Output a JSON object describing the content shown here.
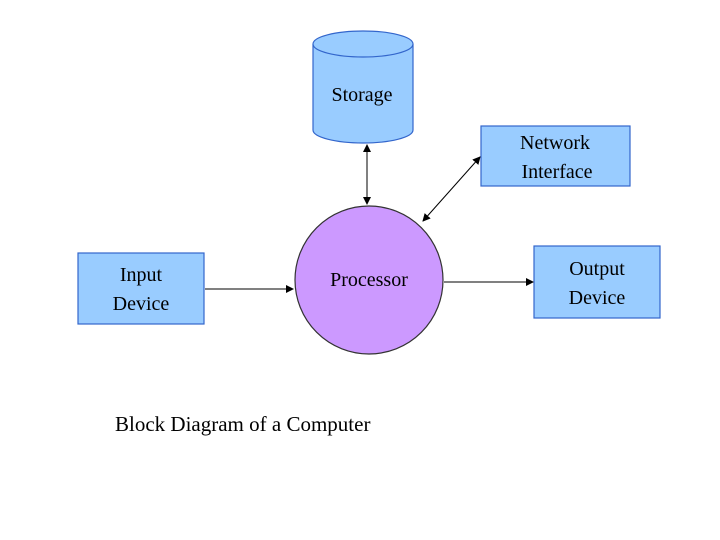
{
  "colors": {
    "box_fill": "#99ccff",
    "box_stroke": "#3366cc",
    "processor_fill": "#cc99ff",
    "processor_stroke": "#333333",
    "arrow": "#000000",
    "text": "#000000"
  },
  "nodes": {
    "storage": {
      "label": "Storage",
      "shape": "cylinder"
    },
    "network": {
      "label_lines": [
        "Network",
        "Interface"
      ],
      "shape": "rectangle"
    },
    "input": {
      "label_lines": [
        "Input",
        "Device"
      ],
      "shape": "rectangle"
    },
    "processor": {
      "label": "Processor",
      "shape": "circle"
    },
    "output": {
      "label_lines": [
        "Output",
        "Device"
      ],
      "shape": "rectangle"
    }
  },
  "edges": [
    {
      "from": "storage",
      "to": "processor",
      "direction": "both"
    },
    {
      "from": "network",
      "to": "processor",
      "direction": "both"
    },
    {
      "from": "input",
      "to": "processor",
      "direction": "forward"
    },
    {
      "from": "processor",
      "to": "output",
      "direction": "forward"
    }
  ],
  "caption": "Block Diagram of a Computer"
}
